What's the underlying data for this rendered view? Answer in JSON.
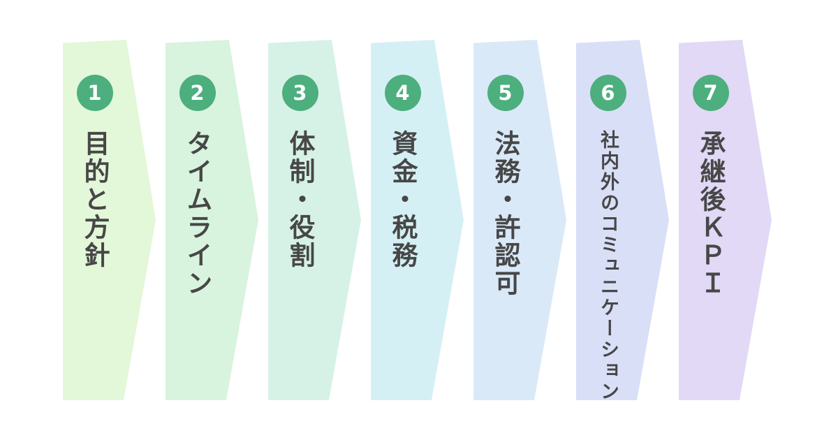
{
  "diagram": {
    "title": "succession-process-7-steps",
    "background_color": "#ffffff",
    "badge_color": "#4dae7e",
    "badge_text_color": "#ffffff",
    "label_text_color": "#474747",
    "steps": [
      {
        "number": "1",
        "label": "目的と方針",
        "color": "#e3f7d9"
      },
      {
        "number": "2",
        "label": "タイムライン",
        "color": "#d8f3de"
      },
      {
        "number": "3",
        "label": "体制・役割",
        "color": "#d6f2e6"
      },
      {
        "number": "4",
        "label": "資金・税務",
        "color": "#d5f0f4"
      },
      {
        "number": "5",
        "label": "法務・許認可",
        "color": "#d9e9f8"
      },
      {
        "number": "6",
        "label": "社内外のコミュニケーション",
        "color": "#d9dff7"
      },
      {
        "number": "7",
        "label": "承継後ＫＰＩ",
        "color": "#e1d9f6"
      }
    ]
  }
}
